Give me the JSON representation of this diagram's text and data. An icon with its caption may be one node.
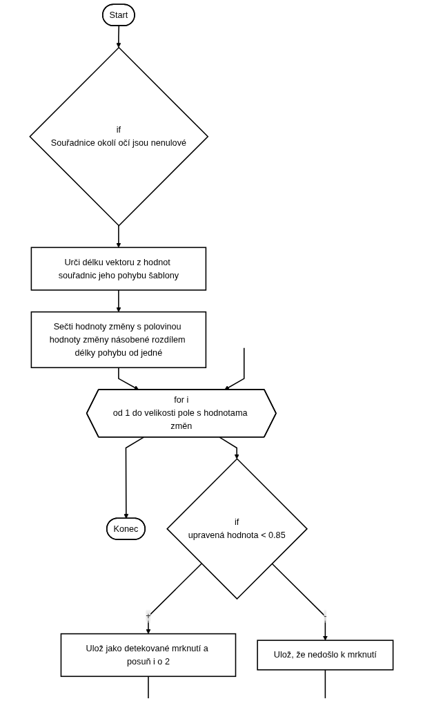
{
  "diagram": {
    "nodes": [
      {
        "text": [
          "Start"
        ]
      },
      {
        "text": [
          "if",
          "Souřadnice okolí očí jsou nenulové"
        ]
      },
      {
        "text": [
          "Urči délku vektoru z hodnot souřadnic jeho pohybu šablony"
        ]
      },
      {
        "text": [
          "Sečti hodnoty změny s polovinou hodnoty změny násobené rozdílem délky pohybu od jedné"
        ]
      },
      {
        "text": [
          "for i",
          "od 1 do velikosti pole s hodnotama změn"
        ]
      },
      {
        "text": [
          "Konec"
        ]
      },
      {
        "text": [
          "if",
          "upravená hodnota < 0.85"
        ]
      },
      {
        "text": [
          "Ulož jako detekované mrknutí a posuň i o 2"
        ]
      },
      {
        "text": [
          "Ulož, že nedošlo k mrknutí"
        ]
      }
    ],
    "edges": [
      {
        "from": 0,
        "to": 1,
        "arrow": "to"
      },
      {
        "from": 1,
        "to": 2,
        "arrow": "to"
      },
      {
        "from": 2,
        "to": 3,
        "arrow": "to"
      },
      {
        "from": 3,
        "to": 4,
        "arrow": "to"
      },
      {
        "from": 4,
        "to": 5,
        "arrow": "to"
      },
      {
        "from": 4,
        "to": 6,
        "arrow": "to"
      },
      {
        "from": 6,
        "to": 7,
        "label": "+",
        "arrow": "to"
      },
      {
        "from": 6,
        "to": 8,
        "label": "-",
        "arrow": "to"
      },
      {
        "from": null,
        "to": 4,
        "arrow": "to"
      },
      {
        "from": 7,
        "to": null,
        "arrow": "none"
      },
      {
        "from": 8,
        "to": null,
        "arrow": "none"
      }
    ]
  }
}
